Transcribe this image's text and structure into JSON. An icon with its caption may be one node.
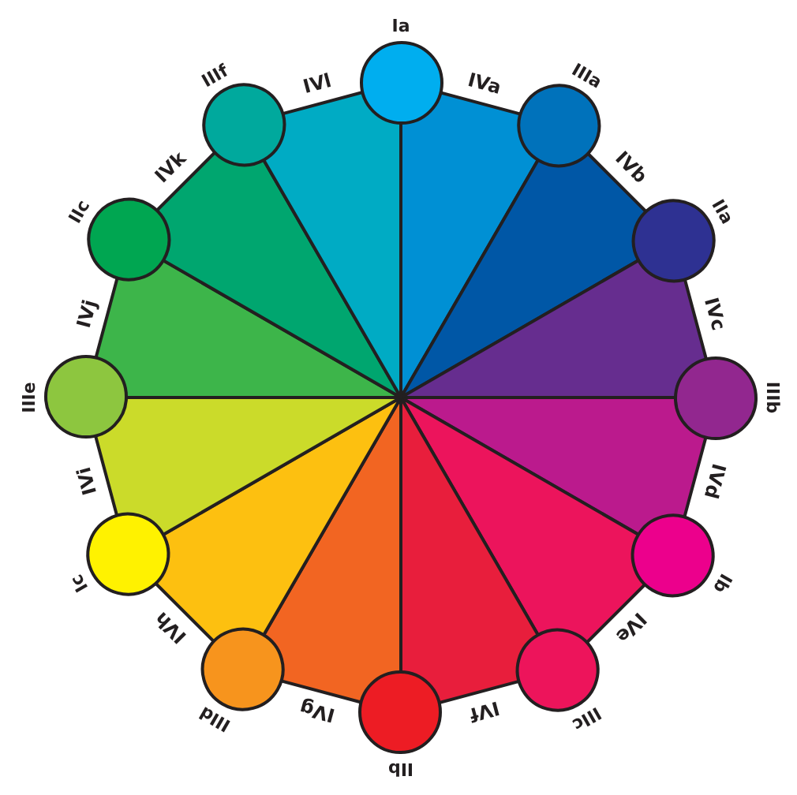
{
  "diagram": {
    "nodes": [
      {
        "text": [
          "Ia"
        ]
      },
      {
        "text": [
          "IIIa"
        ]
      },
      {
        "text": [
          "IIa"
        ]
      },
      {
        "text": [
          "IIIb"
        ]
      },
      {
        "text": [
          "Ib"
        ]
      },
      {
        "text": [
          "IIIc"
        ]
      },
      {
        "text": [
          "IIb"
        ]
      },
      {
        "text": [
          "IIId"
        ]
      },
      {
        "text": [
          "Ic"
        ]
      },
      {
        "text": [
          "IIIe"
        ]
      },
      {
        "text": [
          "IIc"
        ]
      },
      {
        "text": [
          "IIIf"
        ]
      }
    ],
    "labels": [
      "IVa",
      "IVb",
      "IVc",
      "IVd",
      "IVe",
      "IVf",
      "IVg",
      "IVh",
      "IVi",
      "IVj",
      "IVk",
      "IVl"
    ]
  }
}
